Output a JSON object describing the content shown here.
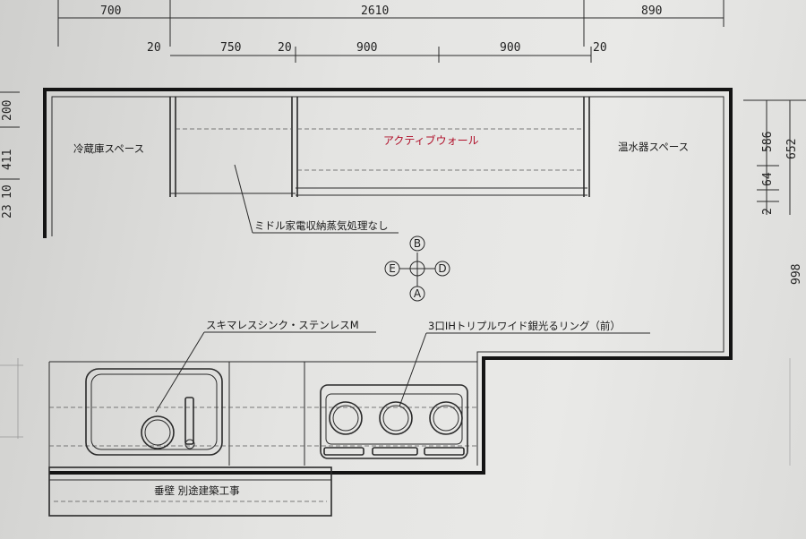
{
  "dimensions": {
    "top": [
      "700",
      "2610",
      "890"
    ],
    "second": [
      "20",
      "750",
      "20",
      "900",
      "900",
      "20"
    ],
    "right": [
      "586",
      "652",
      "64",
      "2",
      "998"
    ],
    "left_partial": [
      "200",
      "411",
      "10",
      "23"
    ]
  },
  "labels": {
    "fridge_space": "冷蔵庫スペース",
    "active_wall": "アクティブウォール",
    "water_heater_space": "温水器スペース",
    "mirudoru": "ミドル家電収納蒸気処理なし",
    "sink": "スキマレスシンク・ステンレスM",
    "ih": "3口IHトリプルワイド銀光るリング（前）",
    "hanging_wall": "垂壁 別途建築工事"
  },
  "compass": [
    "B",
    "E",
    "D",
    "A"
  ],
  "colors": {
    "line": "#2a2a2a",
    "accent": "#b0102a",
    "paper": "#e6e6e4"
  }
}
